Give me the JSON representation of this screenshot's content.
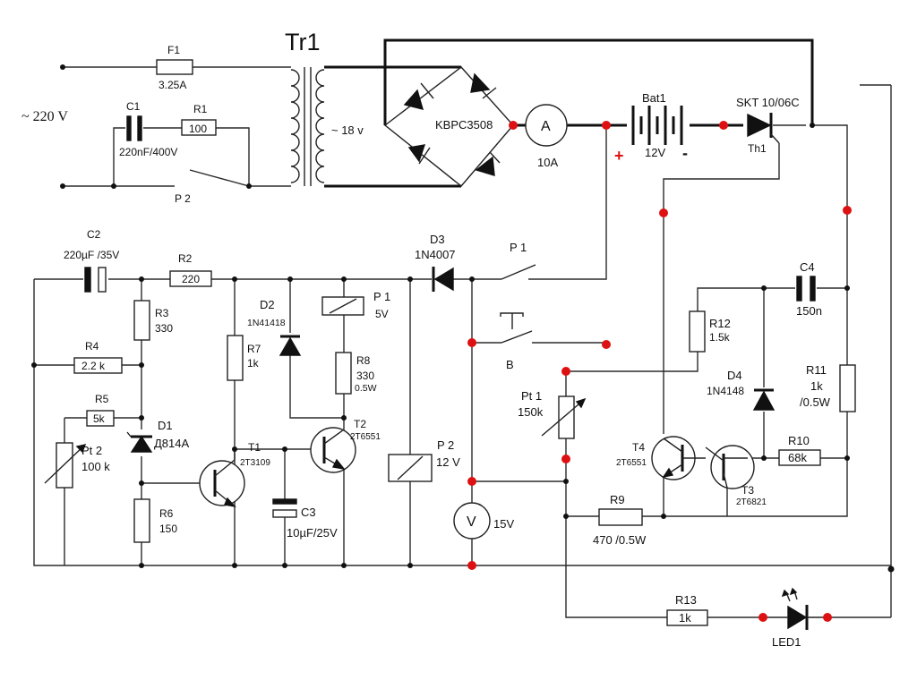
{
  "colors": {
    "wire": "#2b2b2b",
    "node_red": "#dd1111",
    "node_black": "#111111",
    "polarity_red": "#dd1111",
    "background": "#ffffff"
  },
  "mains": "~ 220 V",
  "transformer": {
    "name": "Tr1",
    "secondary": "~ 18 v"
  },
  "bridge": "KBPC3508",
  "ammeter": {
    "symbol": "A",
    "rating": "10A"
  },
  "battery": {
    "name": "Bat1",
    "voltage": "12V",
    "plus": "+",
    "minus": "-"
  },
  "thyristor": {
    "part": "SKT 10/06C",
    "name": "Th1"
  },
  "voltmeter": {
    "symbol": "V",
    "rating": "15V"
  },
  "switches": {
    "p1": "P 1",
    "b": "B",
    "p2": "P 2"
  },
  "components": {
    "F1": {
      "name": "F1",
      "value": "3.25A"
    },
    "C1": {
      "name": "C1",
      "value": "220nF/400V"
    },
    "R1": {
      "name": "R1",
      "value": "100"
    },
    "C2": {
      "name": "C2",
      "value": "220µF /35V"
    },
    "R2": {
      "name": "R2",
      "value": "220"
    },
    "R3": {
      "name": "R3",
      "value": "330"
    },
    "R4": {
      "name": "R4",
      "value": "2.2 k"
    },
    "R5": {
      "name": "R5",
      "value": "5k"
    },
    "Pt2": {
      "name": "Pt 2",
      "value": "100 k"
    },
    "D1": {
      "name": "D1",
      "value": "Д814А"
    },
    "R6": {
      "name": "R6",
      "value": "150"
    },
    "R7": {
      "name": "R7",
      "value": "1k"
    },
    "T1": {
      "name": "T1",
      "value": "2T3109"
    },
    "D2": {
      "name": "D2",
      "value": "1N41418"
    },
    "C3": {
      "name": "C3",
      "value": "10µF/25V"
    },
    "RelayP1": {
      "name": "P 1",
      "value": "5V"
    },
    "R8": {
      "name": "R8",
      "value": "330",
      "value2": "0.5W"
    },
    "T2": {
      "name": "T2",
      "value": "2T6551"
    },
    "RelayP2": {
      "name": "P 2",
      "value": "12 V"
    },
    "D3": {
      "name": "D3",
      "value": "1N4007"
    },
    "Pt1": {
      "name": "Pt 1",
      "value": "150k"
    },
    "R12": {
      "name": "R12",
      "value": "1.5k"
    },
    "C4": {
      "name": "C4",
      "value": "150n"
    },
    "D4": {
      "name": "D4",
      "value": "1N4148"
    },
    "R11": {
      "name": "R11",
      "value": "1k",
      "value2": "/0.5W"
    },
    "T4": {
      "name": "T4",
      "value": "2T6551"
    },
    "T3": {
      "name": "T3",
      "value": "2T6821"
    },
    "R10": {
      "name": "R10",
      "value": "68k"
    },
    "R9": {
      "name": "R9",
      "value": "470 /0.5W"
    },
    "R13": {
      "name": "R13",
      "value": "1k"
    },
    "LED1": {
      "name": "LED1"
    }
  }
}
